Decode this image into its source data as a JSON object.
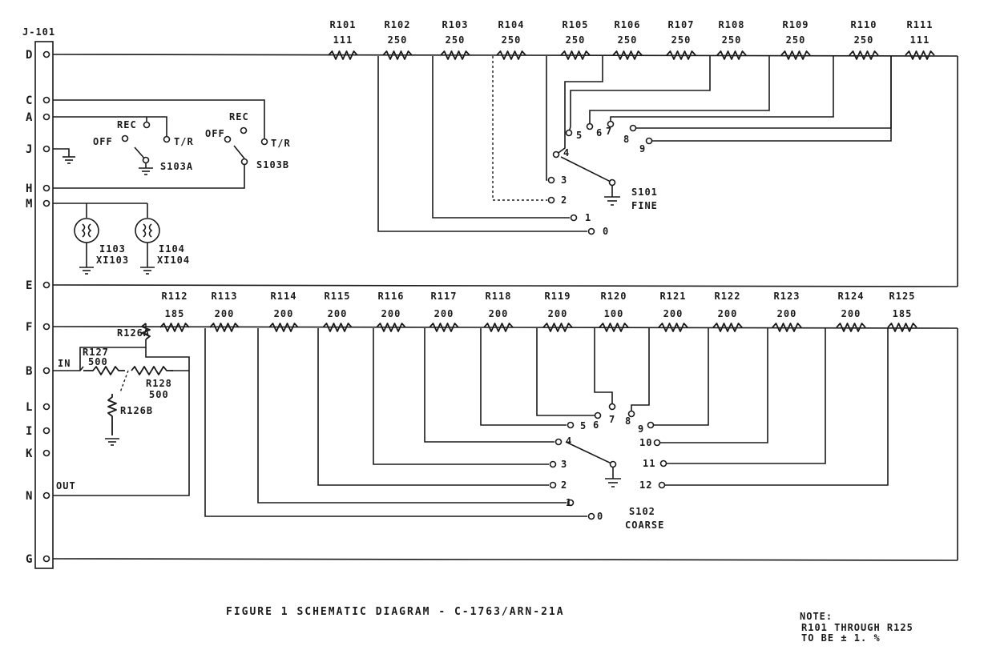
{
  "connector": {
    "name": "J-101",
    "pins": [
      "D",
      "C",
      "A",
      "J",
      "H",
      "M",
      "E",
      "F",
      "B",
      "L",
      "I",
      "K",
      "N",
      "G"
    ]
  },
  "fine_resistors": {
    "names": [
      "R101",
      "R102",
      "R103",
      "R104",
      "R105",
      "R106",
      "R107",
      "R108",
      "R109",
      "R110",
      "R111"
    ],
    "values": [
      "111",
      "250",
      "250",
      "250",
      "250",
      "250",
      "250",
      "250",
      "250",
      "250",
      "111"
    ]
  },
  "coarse_resistors": {
    "names": [
      "R112",
      "R113",
      "R114",
      "R115",
      "R116",
      "R117",
      "R118",
      "R119",
      "R120",
      "R121",
      "R122",
      "R123",
      "R124",
      "R125"
    ],
    "values": [
      "185",
      "200",
      "200",
      "200",
      "200",
      "200",
      "200",
      "200",
      "100",
      "200",
      "200",
      "200",
      "200",
      "185"
    ]
  },
  "fine_switch": {
    "name": "S101",
    "function": "FINE",
    "positions": [
      "0",
      "1",
      "2",
      "3",
      "4",
      "5",
      "6",
      "7",
      "8",
      "9"
    ]
  },
  "coarse_switch": {
    "name": "S102",
    "function": "COARSE",
    "positions": [
      "0",
      "1",
      "2",
      "3",
      "4",
      "5",
      "6",
      "7",
      "8",
      "9",
      "10",
      "11",
      "12"
    ]
  },
  "mode_switches": {
    "a": {
      "name": "S103A",
      "off": "OFF",
      "rec": "REC",
      "tr": "T/R"
    },
    "b": {
      "name": "S103B",
      "off": "OFF",
      "rec": "REC",
      "tr": "T/R"
    }
  },
  "lamps": {
    "a": {
      "name": "I103",
      "socket": "XI103"
    },
    "b": {
      "name": "I104",
      "socket": "XI104"
    }
  },
  "attenuator": {
    "r126a": "R126A",
    "r127_name": "R127",
    "r127_value": "500",
    "r128_name": "R128",
    "r128_value": "500",
    "r126b": "R126B",
    "in_label": "IN",
    "out_label": "OUT"
  },
  "caption": "FIGURE 1 SCHEMATIC DIAGRAM - C-1763/ARN-21A",
  "note": {
    "heading": "NOTE:",
    "line1": "R101 THROUGH R125",
    "line2": "TO BE ± 1. %"
  }
}
